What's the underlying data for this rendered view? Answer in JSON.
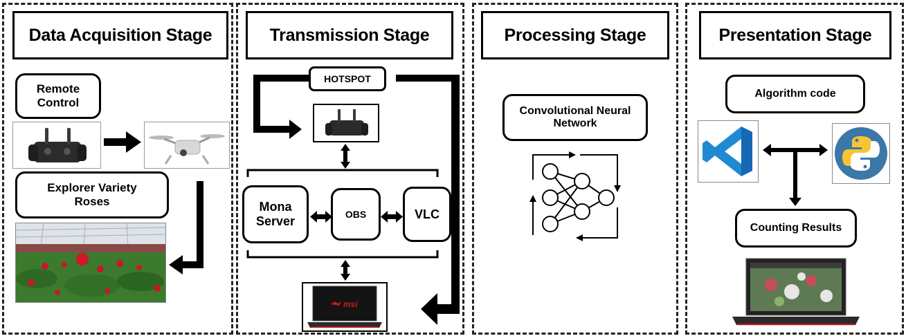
{
  "stages": {
    "acquisition": "Data Acquisition Stage",
    "transmission": "Transmission Stage",
    "processing": "Processing Stage",
    "presentation": "Presentation Stage"
  },
  "acquisition": {
    "remote_control": "Remote Control",
    "explorer_roses": "Explorer Variety Roses"
  },
  "transmission": {
    "hotspot": "HOTSPOT",
    "mona_server": "Mona Server",
    "obs": "OBS",
    "vlc": "VLC",
    "laptop_brand": "msi"
  },
  "processing": {
    "cnn": "Convolutional Neural Network"
  },
  "presentation": {
    "algorithm_code": "Algorithm code",
    "counting_results": "Counting Results"
  },
  "colors": {
    "vscode_blue": "#1f8ad2",
    "python_blue": "#3b77a8",
    "python_yellow": "#f7c534",
    "rose_red": "#d0182a",
    "foliage_green": "#3c7a2e",
    "msi_red": "#d11a1a"
  }
}
